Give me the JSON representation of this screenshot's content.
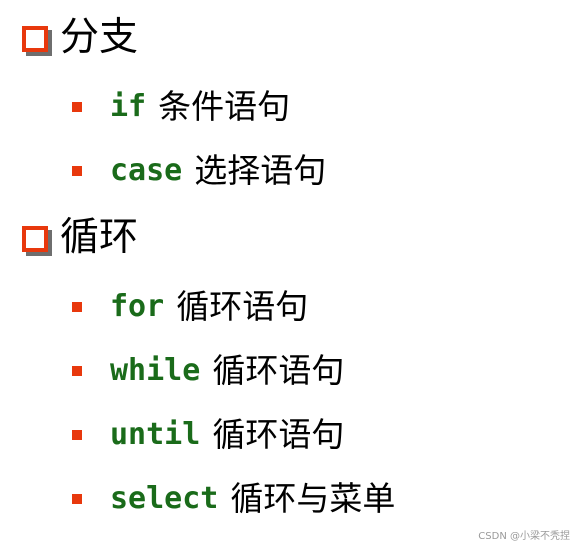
{
  "sections": [
    {
      "title": "分支",
      "items": [
        {
          "keyword": "if",
          "description": "条件语句"
        },
        {
          "keyword": "case",
          "description": "选择语句"
        }
      ]
    },
    {
      "title": "循环",
      "items": [
        {
          "keyword": "for",
          "description": "循环语句"
        },
        {
          "keyword": "while",
          "description": "循环语句"
        },
        {
          "keyword": "until",
          "description": "循环语句"
        },
        {
          "keyword": "select",
          "description": "循环与菜单"
        }
      ]
    }
  ],
  "colors": {
    "bullet": "#e8380d",
    "keyword": "#1a6b1a",
    "box_shadow": "#6e6e6e"
  },
  "watermark": "CSDN @小梁不秃捏"
}
